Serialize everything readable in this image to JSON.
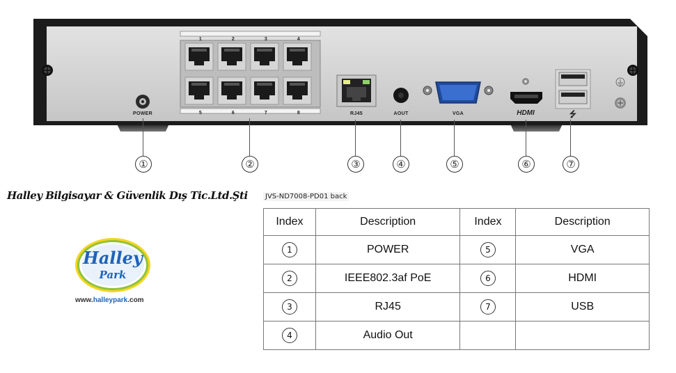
{
  "device": {
    "port_labels": {
      "power": "POWER",
      "rj45": "RJ45",
      "aout": "AOUT",
      "vga": "VGA",
      "hdmi": "HDMI",
      "usb_symbol": "⭍"
    },
    "poe_top_numbers": [
      "1",
      "2",
      "3",
      "4"
    ],
    "poe_bottom_numbers": [
      "5",
      "6",
      "7",
      "8"
    ],
    "callouts": [
      "①",
      "②",
      "③",
      "④",
      "⑤",
      "⑥",
      "⑦"
    ]
  },
  "company": {
    "name": "Halley Bilgisayar & Güvenlik Dış Tic.Ltd.Şti",
    "logo_line1": "Halley",
    "logo_line2": "Park",
    "url_prefix": "www.",
    "url_brand": "halleypark",
    "url_suffix": ".com"
  },
  "caption": "JVS-ND7008-PD01 back",
  "table": {
    "headers": [
      "Index",
      "Description",
      "Index",
      "Description"
    ],
    "rows": [
      {
        "idx1": "1",
        "desc1": "POWER",
        "idx2": "5",
        "desc2": "VGA"
      },
      {
        "idx1": "2",
        "desc1": "IEEE802.3af PoE",
        "idx2": "6",
        "desc2": "HDMI"
      },
      {
        "idx1": "3",
        "desc1": "RJ45",
        "idx2": "7",
        "desc2": "USB"
      },
      {
        "idx1": "4",
        "desc1": "Audio Out",
        "idx2": "",
        "desc2": ""
      }
    ]
  },
  "colors": {
    "chassis": "#1c1c1c",
    "panel": "#d4d4d4",
    "vga_blue": "#2f5fb8",
    "logo_blue": "#1f62b8",
    "logo_green": "#8fc23f",
    "logo_yellow": "#f5d51e"
  }
}
